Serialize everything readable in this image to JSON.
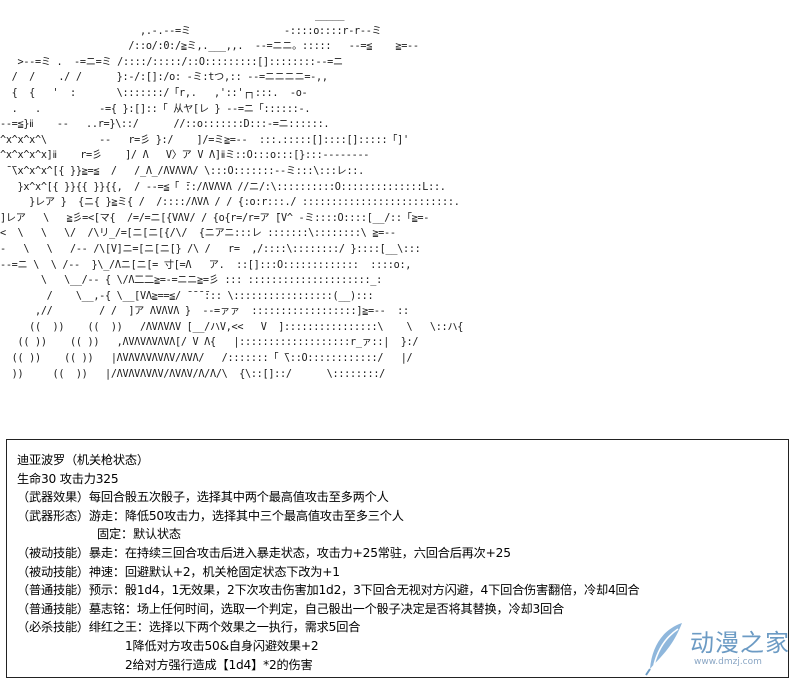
{
  "ascii_art": "                                                      _____\n                        ,.-.--=ミ                -::::o::::r-r--ミ\n                      /::o/:0:/≧ミ,.___,,.  --=ニニ。:::::   --=≦    ≧=--\n   >--=ミ .  -=ニ=ミ /::::/:::::/::O:::::::::[]::::::::--=ニ\n  /  /    ./ /      }:-/:[]:/o: -ミ:tつ,:: --=ニニニニ=-,,\n  {  {   '  :       \\:::::::/「r,.   ,'::'┌┐:::.  -o-\n  .   .          -={ }:[]::「 从ヤ[レ } --=ニ「::::::-.\n--=≦}ⅱ    --   ..r=}\\::/      //::o:::::::D:::-=ニ::::::.\n^x^x^x^\\         --   r=彡 }:/    ]/=ミ≧=--  :::.:::::[]::::[]:::::「]'\n^x^x^x^x]ⅱ    r=彡    ]/ Λ   V〉ア V Λ]ⅱミ::O:::o:::[}:::--------\n ̄ ̄\\x^x^x^[{ }}≧=≦  /   /_Λ_/ΛVΛVΛ/ \\:::O:::::::--ミ:::\\:::レ::.\n   }x^x^[{ }}{{ }}{{,  / --=≦「 ̄::/ΛVΛVΛ //ニ/:\\::::::::::O::::::::::::::L::.\n     }レア }  {ニ{ }≧ミ{ /  /::::/ΛVΛ / / {:o:r:::./ ::::::::::::::::::::::::::.\n]レア   \\   ≧彡=<[マ{  /=/=ニ[{VΛV/ / {o{r=/r=ア ̄[V^ -ミ::::O::::[__/::「≧=-\n<  \\   \\   \\/  /\\リ_/=[ニ[ニ[{/\\/  {ニアニ:::レ :::::::\\::::::::\\ ≧=--\n-   \\   \\   /-- /\\[V]ニ=[ニ[ニ[} /\\ /   r=  ,/::::\\::::::::/ }::::[__\\:::\n--=ニ \\  \\ /--  }\\_/Λニ[ニ[= 寸[=Λ   ア.  ::[]:::O:::::::::::::  ::::o:,\n       \\   \\__/-- { \\/Λ二二≧=-=ニニ≧=彡 ::: :::::::::::::::::::::_:\n        /    \\__,-{ \\__[VΛ≧==≦/ ̄ ̄ ̄ ̄::: \\:::::::::::::::::(__):::\n      ,//        / /  ]ア ΛVΛVΛ }  --=ァァ  ::::::::::::::::::]≧=--  ::\n     ((  ))    ((  ))   /ΛVΛVΛV [__/ハV,<<   V  ]::::::::::::::::\\    \\   \\::ハ{\n   (( ))    (( ))   ,ΛVΛVΛVΛVΛ[/ V Λ{   |:::::::::::::::::::r_ァ::|  }:/\n  (( ))    (( ))   |ΛVΛVΛVΛVΛV/ΛVΛ/   /:::::::「 ̄\\::O::::::::::::/   |/\n  ))     ((  ))   |/ΛVΛVΛVΛV/ΛVΛV/Λ/Λ/\\  {\\::[]::/      \\::::::::/",
  "card": {
    "name": "迪亚波罗（机关枪状态）",
    "stats": "生命30 攻击力325",
    "lines": [
      "（武器效果）每回合骰五次骰子，选择其中两个最高值攻击至多两个人",
      "（武器形态）游走：降低50攻击力，选择其中三个最高值攻击至多三个人",
      "固定：默认状态",
      "（被动技能）暴走：在持续三回合攻击后进入暴走状态，攻击力+25常驻，六回合后再次+25",
      "（被动技能）神速：回避默认+2，机关枪固定状态下改为+1",
      "（普通技能）预示：骰1d4，1无效果，2下次攻击伤害加1d2，3下回合无视对方闪避，4下回合伤害翻倍，冷却4回合",
      "（普通技能）墓志铭：场上任何时间，选取一个判定，自己骰出一个骰子决定是否将其替换，冷却3回合",
      "（必杀技能）绯红之王：选择以下两个效果之一执行，需求5回合",
      "1降低对方攻击50&自身闪避效果+2",
      "2给对方强行造成【1d4】*2的伤害"
    ]
  },
  "watermark": {
    "logo_text": "动漫之家",
    "url": "www.dmzj.com",
    "color": "#6c9bc4"
  }
}
